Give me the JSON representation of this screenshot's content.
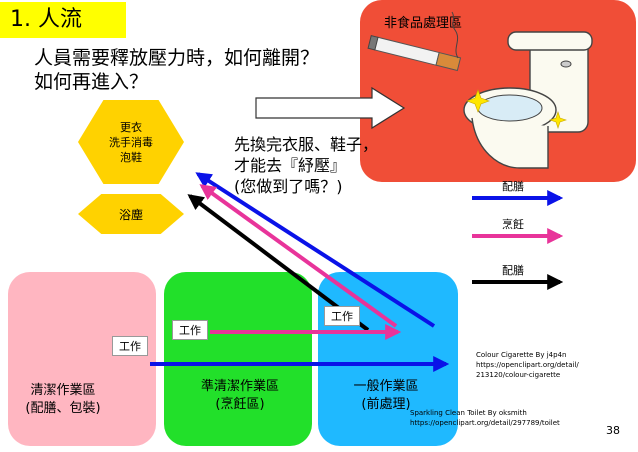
{
  "section": {
    "title": "1. 人流"
  },
  "question": {
    "line1": "人員需要釋放壓力時，如何離開？",
    "line2": "如何再進入？"
  },
  "nonfood_zone": {
    "label": "非食品處理區",
    "color": "#f04e37"
  },
  "stations": {
    "change": {
      "line1": "更衣",
      "line2": "洗手消毒",
      "line3": "泡鞋"
    },
    "dust": {
      "label": "浴塵"
    },
    "color": "#ffd200"
  },
  "instruction": {
    "line1": "先換完衣服、鞋子，",
    "line2": "才能去『紓壓』",
    "line3": "(您做到了嗎？)"
  },
  "zones": {
    "clean": {
      "name": "清潔作業區",
      "sub": "(配膳、包裝)",
      "color": "#ffb6c1"
    },
    "semi": {
      "name": "準清潔作業區",
      "sub": "(烹飪區)",
      "color": "#22e02a"
    },
    "general": {
      "name": "一般作業區",
      "sub": "(前處理)",
      "color": "#1fb9ff"
    }
  },
  "work_label": {
    "clean": "工作",
    "semi": "工作",
    "general": "工作"
  },
  "legend": [
    {
      "label": "配膳",
      "color": "#0a12e8"
    },
    {
      "label": "烹飪",
      "color": "#e8349a"
    },
    {
      "label": "配膳",
      "color": "#000000"
    }
  ],
  "credits": {
    "cigarette": {
      "line1": "Colour Cigarette By    j4p4n",
      "line2": "https://openclipart.org/detail/",
      "line3": "213120/colour-cigarette"
    },
    "toilet": {
      "line1": "Sparkling Clean Toilet By    oksmith",
      "line2": "https://openclipart.org/detail/297789/toilet"
    }
  },
  "page_number": "38",
  "icons": {
    "cigarette": "cigarette-icon",
    "toilet": "toilet-icon",
    "sparkle": "sparkle-icon"
  }
}
